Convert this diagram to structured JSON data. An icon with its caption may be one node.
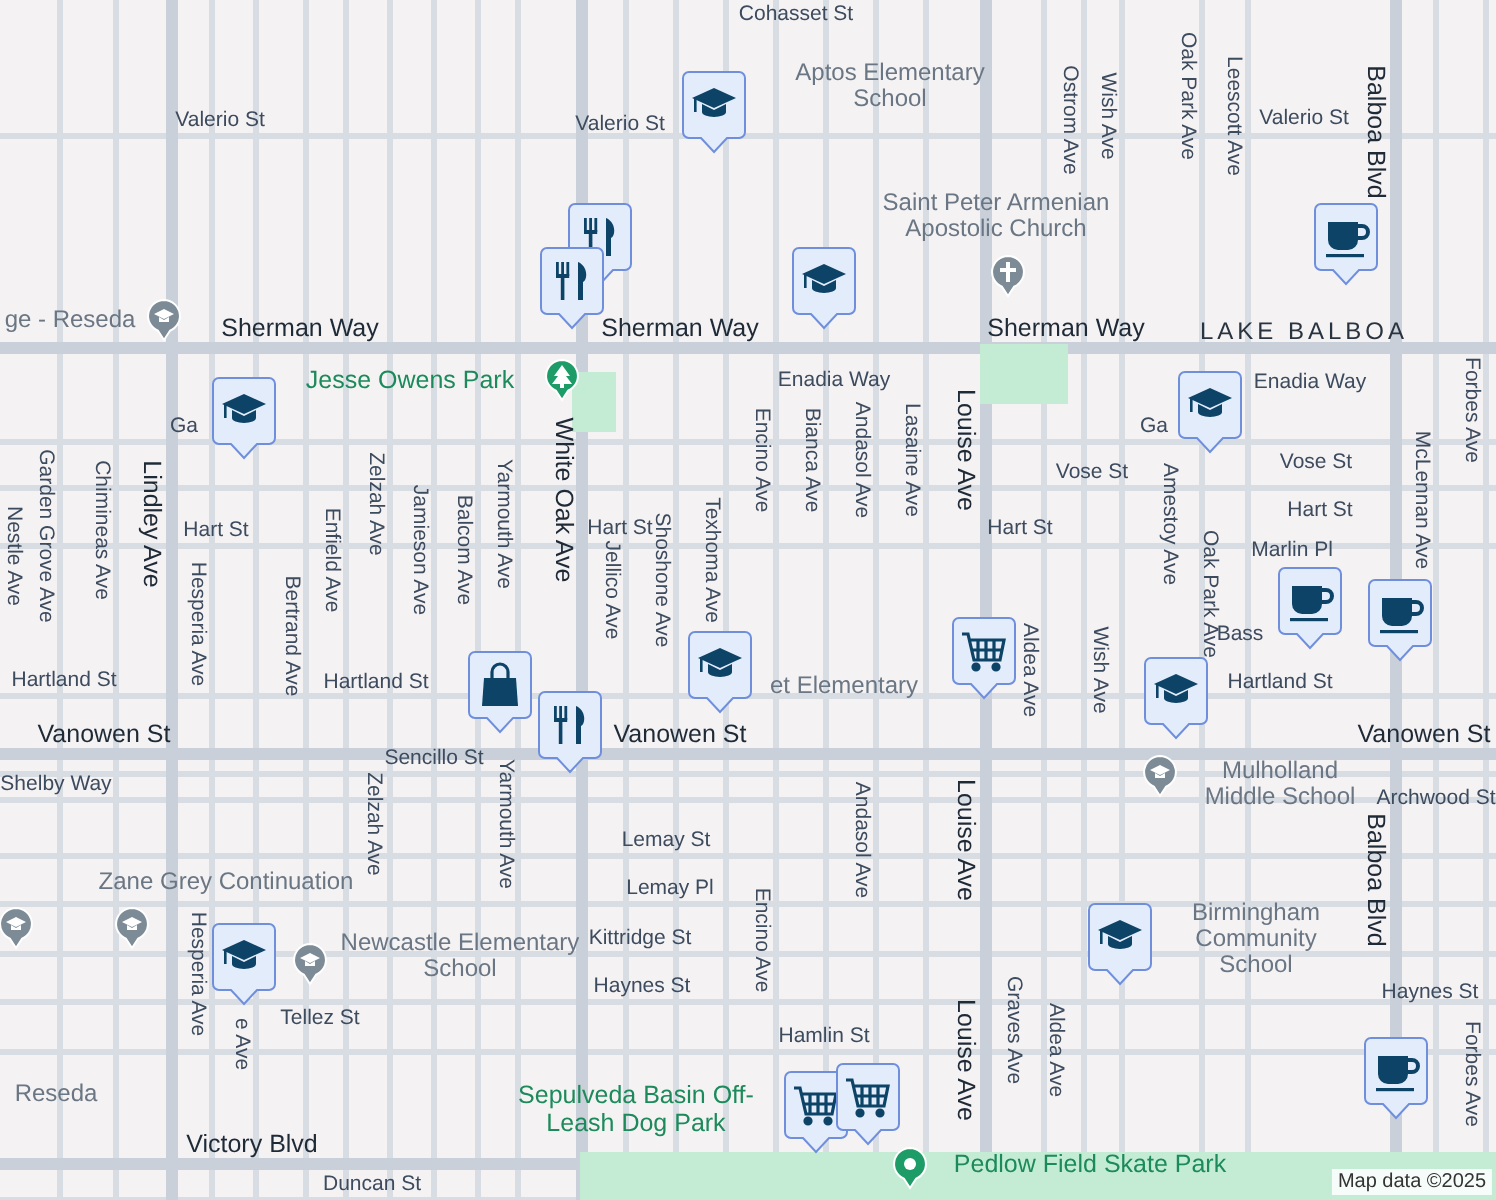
{
  "diagram": {
    "labels": [
      "Cohasset St",
      "Aptos Elementary School",
      "Valerio St",
      "Valerio St",
      "Valerio St",
      "Saint Peter Armenian Apostolic Church",
      "ge - Reseda",
      "Sherman Way",
      "Sherman Way",
      "Sherman Way",
      "LAKE BALBOA",
      "Jesse Owens Park",
      "Enadia Way",
      "Enadia Way",
      "Ga",
      "Ga",
      "Vose St",
      "Vose St",
      "Hart St",
      "Hart St",
      "Hart St",
      "Hart St",
      "Marlin Pl",
      "Bass",
      "Hartland St",
      "Hartland St",
      "Hartland St",
      "Vanowen St",
      "Vanowen St",
      "Vanowen St",
      "Sencillo St",
      "Shelby Way",
      "Archwood St",
      "et Elementary",
      "Mulholland Middle School",
      "Lemay St",
      "Zane Grey Continuation",
      "Lemay Pl",
      "Newcastle Elementary School",
      "Kittridge St",
      "Haynes St",
      "Haynes St",
      "Birmingham Community School",
      "Tellez St",
      "Hamlin St",
      "Reseda",
      "Victory Blvd",
      "Duncan St",
      "Sepulveda Basin Off-Leash Dog Park",
      "Pedlow Field Skate Park",
      "Map data ©2025",
      "Nestle Ave",
      "Garden Grove Ave",
      "Chimineas Ave",
      "Lindley Ave",
      "Hesperia Ave",
      "Bertrand Ave",
      "Enfield Ave",
      "Zelzah Ave",
      "Jamieson Ave",
      "Balcom Ave",
      "Yarmouth Ave",
      "White Oak Ave",
      "Jellico Ave",
      "Shoshone Ave",
      "Texhoma Ave",
      "Encino Ave",
      "Bianca Ave",
      "Andasol Ave",
      "Lasaine Ave",
      "Louise Ave",
      "Ostrom Ave",
      "Wish Ave",
      "Oak Park Ave",
      "Leescott Ave",
      "Balboa Blvd",
      "Forbes Ave",
      "Amestoy Ave",
      "McLennan Ave",
      "Oak Park Ave",
      "Aldea Ave",
      "Wish Ave",
      "Zelzah Ave",
      "Yarmouth Ave",
      "Andasol Ave",
      "Louise Ave",
      "Hesperia Ave",
      "e Ave",
      "Encino Ave",
      "Louise Ave",
      "Graves Ave",
      "Aldea Ave",
      "Forbes Ave",
      "Balboa Blvd"
    ]
  }
}
